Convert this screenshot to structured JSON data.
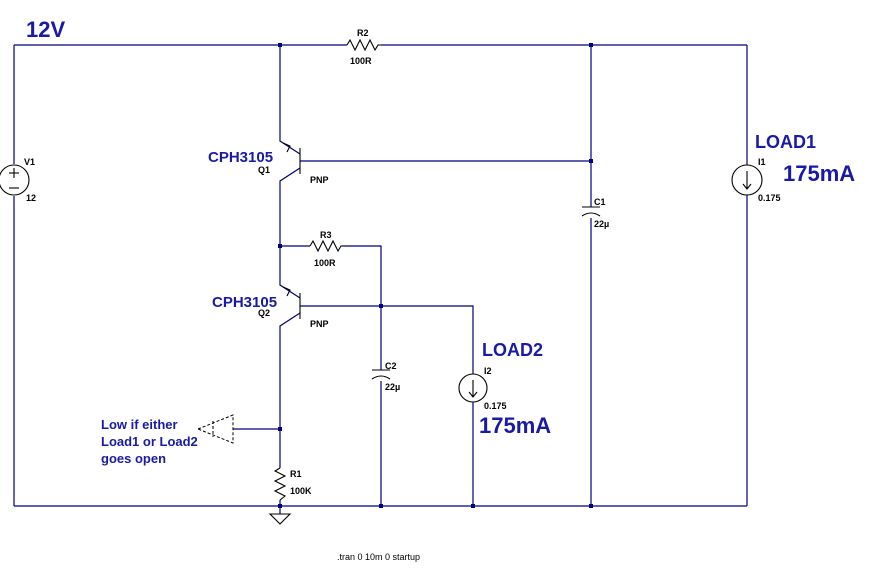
{
  "supply_label": "12V",
  "v1": {
    "name": "V1",
    "value": "12"
  },
  "r2": {
    "name": "R2",
    "value": "100R"
  },
  "r3": {
    "name": "R3",
    "value": "100R"
  },
  "r1": {
    "name": "R1",
    "value": "100K"
  },
  "q1": {
    "part": "CPH3105",
    "name": "Q1",
    "type": "PNP"
  },
  "q2": {
    "part": "CPH3105",
    "name": "Q2",
    "type": "PNP"
  },
  "c1": {
    "name": "C1",
    "value": "22µ"
  },
  "c2": {
    "name": "C2",
    "value": "22µ"
  },
  "load1": {
    "title": "LOAD1",
    "name": "I1",
    "value": "0.175",
    "current": "175mA"
  },
  "load2": {
    "title": "LOAD2",
    "name": "I2",
    "value": "0.175",
    "current": "175mA"
  },
  "note": {
    "line1": "Low if either",
    "line2": "Load1 or Load2",
    "line3": "goes  open"
  },
  "directive": ".tran 0 10m 0 startup"
}
